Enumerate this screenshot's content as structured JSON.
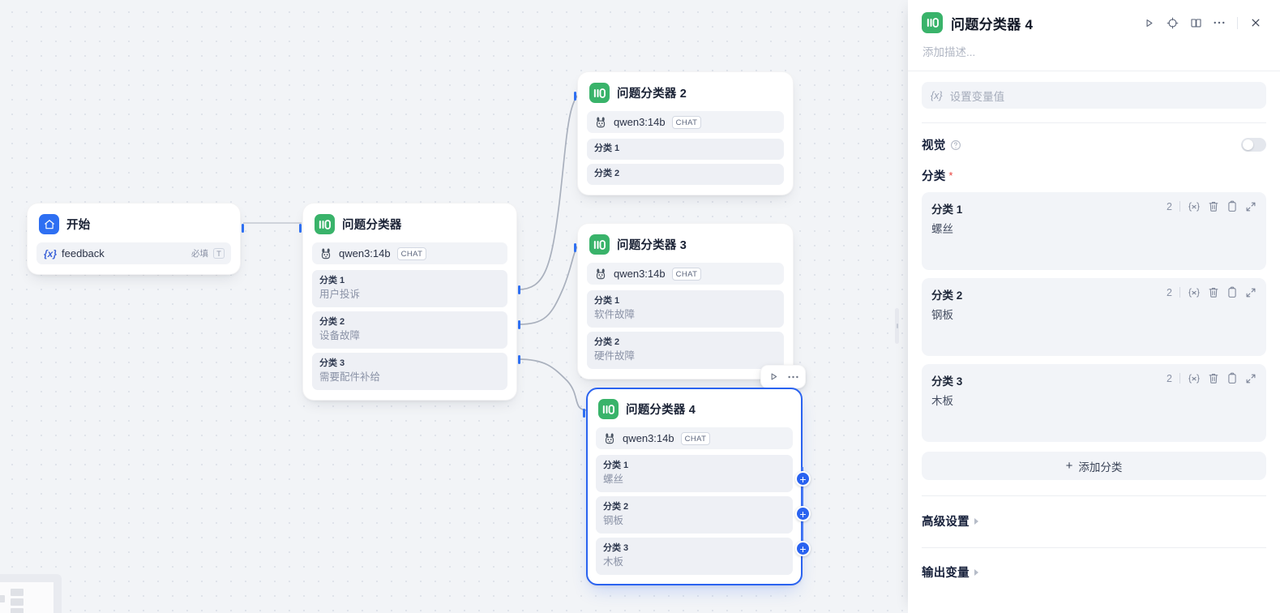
{
  "canvas": {
    "start_node": {
      "icon": "home-icon",
      "title": "开始",
      "variable": {
        "prefix": "{x}",
        "name": "feedback",
        "required_label": "必填",
        "type_glyph": "T"
      }
    },
    "classifier_nodes": [
      {
        "icon": "classifier-icon",
        "title": "问题分类器",
        "model": {
          "name": "qwen3:14b",
          "badge": "CHAT",
          "provider_icon": "ollama-icon"
        },
        "categories": [
          {
            "label": "分类 1",
            "value": "用户投诉"
          },
          {
            "label": "分类 2",
            "value": "设备故障"
          },
          {
            "label": "分类 3",
            "value": "需要配件补给"
          }
        ]
      },
      {
        "icon": "classifier-icon",
        "title": "问题分类器 2",
        "model": {
          "name": "qwen3:14b",
          "badge": "CHAT",
          "provider_icon": "ollama-icon"
        },
        "categories": [
          {
            "label": "分类 1",
            "value": ""
          },
          {
            "label": "分类 2",
            "value": ""
          }
        ]
      },
      {
        "icon": "classifier-icon",
        "title": "问题分类器 3",
        "model": {
          "name": "qwen3:14b",
          "badge": "CHAT",
          "provider_icon": "ollama-icon"
        },
        "categories": [
          {
            "label": "分类 1",
            "value": "软件故障"
          },
          {
            "label": "分类 2",
            "value": "硬件故障"
          }
        ]
      },
      {
        "icon": "classifier-icon",
        "title": "问题分类器 4",
        "selected": true,
        "model": {
          "name": "qwen3:14b",
          "badge": "CHAT",
          "provider_icon": "ollama-icon"
        },
        "categories": [
          {
            "label": "分类 1",
            "value": "螺丝"
          },
          {
            "label": "分类 2",
            "value": "钢板"
          },
          {
            "label": "分类 3",
            "value": "木板"
          }
        ]
      }
    ],
    "node_toolbar": {
      "run_icon": "play-icon",
      "more_icon": "ellipsis-icon"
    },
    "add_branch_label": "+",
    "colors": {
      "classifier_green": "#39b36a",
      "start_blue": "#2e6ff2",
      "selection_blue": "#2a63f0",
      "edge_gray": "#a9b0bd",
      "canvas_bg": "#f2f4f7"
    }
  },
  "panel": {
    "icon": "classifier-icon",
    "title": "问题分类器 4",
    "actions": [
      {
        "name": "run-button",
        "icon": "play-icon"
      },
      {
        "name": "locate-button",
        "icon": "crosshair-icon"
      },
      {
        "name": "help-doc-button",
        "icon": "book-icon"
      },
      {
        "name": "more-button",
        "icon": "ellipsis-icon"
      },
      {
        "name": "close-button",
        "icon": "close-icon"
      }
    ],
    "description_placeholder": "添加描述...",
    "input_variable": {
      "prefix": "{x}",
      "placeholder": "设置变量值"
    },
    "vision": {
      "label": "视觉",
      "help_icon": "question-circle-icon",
      "enabled": false
    },
    "classes_section": {
      "label": "分类",
      "required": "*"
    },
    "classes": [
      {
        "label": "分类 1",
        "value": "螺丝",
        "count": "2",
        "tools": [
          "{x}",
          "trash-icon",
          "copy-icon",
          "expand-icon"
        ]
      },
      {
        "label": "分类 2",
        "value": "钢板",
        "count": "2",
        "tools": [
          "{x}",
          "trash-icon",
          "copy-icon",
          "expand-icon"
        ]
      },
      {
        "label": "分类 3",
        "value": "木板",
        "count": "2",
        "tools": [
          "{x}",
          "trash-icon",
          "copy-icon",
          "expand-icon"
        ]
      }
    ],
    "add_class_button": {
      "plus": "+",
      "label": "添加分类"
    },
    "advanced_settings": {
      "label": "高级设置"
    },
    "output_variables": {
      "label": "输出变量"
    }
  }
}
